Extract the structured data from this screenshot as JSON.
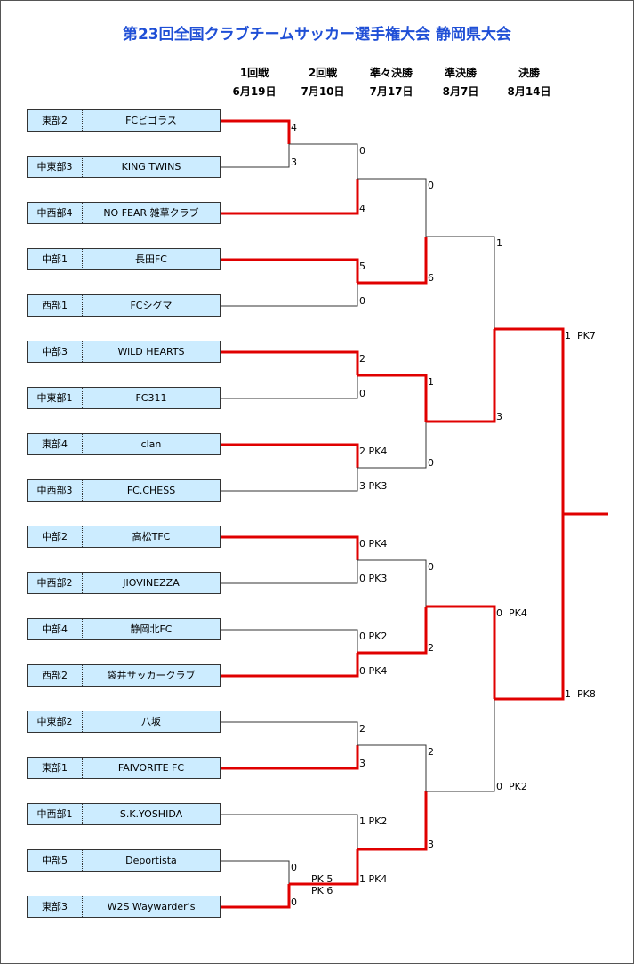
{
  "title": "第23回全国クラブチームサッカー選手権大会 静岡県大会",
  "rounds": [
    {
      "name": "1回戦",
      "date": "6月19日"
    },
    {
      "name": "2回戦",
      "date": "7月10日"
    },
    {
      "name": "準々決勝",
      "date": "7月17日"
    },
    {
      "name": "準決勝",
      "date": "8月7日"
    },
    {
      "name": "決勝",
      "date": "8月14日"
    }
  ],
  "colors": {
    "winner_line": "#e00000",
    "loser_line": "#333333",
    "team_fill": "#ccecff",
    "title": "#1f4fd6"
  },
  "teams": [
    {
      "region": "東部2",
      "name": "FCビゴラス"
    },
    {
      "region": "中東部3",
      "name": "KING TWINS"
    },
    {
      "region": "中西部4",
      "name": "NO FEAR 雑草クラブ"
    },
    {
      "region": "中部1",
      "name": "長田FC"
    },
    {
      "region": "西部1",
      "name": "FCシグマ"
    },
    {
      "region": "中部3",
      "name": "WiLD HEARTS"
    },
    {
      "region": "中東部1",
      "name": "FC311"
    },
    {
      "region": "東部4",
      "name": "clan"
    },
    {
      "region": "中西部3",
      "name": "FC.CHESS"
    },
    {
      "region": "中部2",
      "name": "高松TFC"
    },
    {
      "region": "中西部2",
      "name": "JIOVINEZZA"
    },
    {
      "region": "中部4",
      "name": "静岡北FC"
    },
    {
      "region": "西部2",
      "name": "袋井サッカークラブ"
    },
    {
      "region": "中東部2",
      "name": "八坂"
    },
    {
      "region": "東部1",
      "name": "FAIVORITE FC"
    },
    {
      "region": "中西部1",
      "name": "S.K.YOSHIDA"
    },
    {
      "region": "中部5",
      "name": "Deportista"
    },
    {
      "region": "東部3",
      "name": "W2S Waywarder's"
    }
  ],
  "scores": [
    {
      "text": "4"
    },
    {
      "text": "3"
    },
    {
      "text": "0"
    },
    {
      "text": "4"
    },
    {
      "text": "0"
    },
    {
      "text": "1"
    },
    {
      "text": "5"
    },
    {
      "text": "0"
    },
    {
      "text": "6"
    },
    {
      "text": "1  PK7"
    },
    {
      "text": "2"
    },
    {
      "text": "0"
    },
    {
      "text": "1"
    },
    {
      "text": "3"
    },
    {
      "text": "2 PK4"
    },
    {
      "text": "3 PK3"
    },
    {
      "text": "0"
    },
    {
      "text": "0 PK4"
    },
    {
      "text": "0 PK3"
    },
    {
      "text": "0"
    },
    {
      "text": "0  PK4"
    },
    {
      "text": "0 PK2"
    },
    {
      "text": "0 PK4"
    },
    {
      "text": "2"
    },
    {
      "text": "1  PK8"
    },
    {
      "text": "2"
    },
    {
      "text": "3"
    },
    {
      "text": "2"
    },
    {
      "text": "0  PK2"
    },
    {
      "text": "1 PK2"
    },
    {
      "text": "3"
    },
    {
      "text": "0"
    },
    {
      "text": "PK 5"
    },
    {
      "text": "PK 6"
    },
    {
      "text": "1 PK4"
    },
    {
      "text": "0"
    }
  ]
}
